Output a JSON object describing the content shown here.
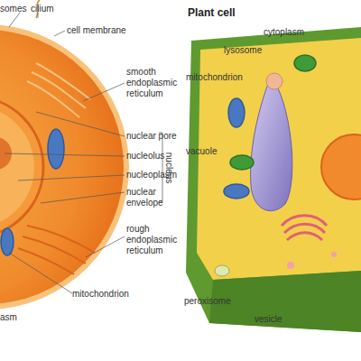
{
  "diagram": {
    "labels": [
      "somes",
      "cilium",
      "cell membrane",
      "smooth endoplasmic reticulum",
      "nuclear pore",
      "nucleolus",
      "nucleoplasm",
      "nuclear envelope",
      "nucleus",
      "rough endoplasmic reticulum",
      "mitochondrion",
      "asm",
      "Plant cell",
      "cytoplasm",
      "lysosome",
      "mitochondrion",
      "vacuole",
      "peroxisome",
      "vesicle"
    ]
  }
}
